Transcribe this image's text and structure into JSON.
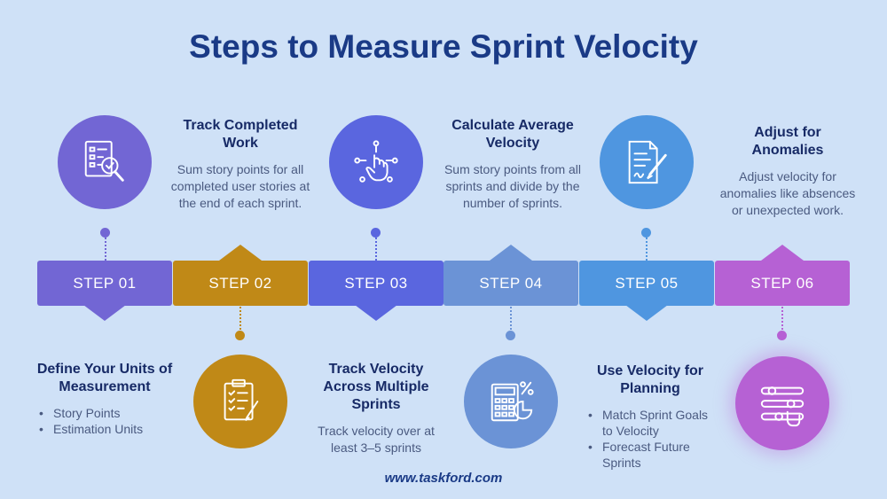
{
  "title": "Steps to Measure Sprint Velocity",
  "footer": "www.taskford.com",
  "colors": {
    "background": "#cfe1f7",
    "title": "#1a3a86",
    "step1": "#7266d4",
    "step2": "#c08917",
    "step3": "#5a66df",
    "step4": "#6b93d6",
    "step5": "#4f96e0",
    "step6": "#b661d4"
  },
  "steps": [
    {
      "label": "STEP 01",
      "heading": "Define Your Units of Measurement",
      "bullets": [
        "Story Points",
        "Estimation Units"
      ],
      "icon": "checklist-magnifier-icon"
    },
    {
      "label": "STEP 02",
      "heading": "Track Completed Work",
      "text": "Sum story points for all completed user stories at the end of each sprint.",
      "icon": "clipboard-checklist-icon"
    },
    {
      "label": "STEP 03",
      "heading": "Track Velocity Across Multiple Sprints",
      "text": "Track velocity over at least 3–5 sprints",
      "icon": "touch-gesture-icon"
    },
    {
      "label": "STEP 04",
      "heading": "Calculate Average Velocity",
      "text": "Sum story points from all sprints and divide by the number of sprints.",
      "icon": "calculator-percent-icon"
    },
    {
      "label": "STEP 05",
      "heading": "Use Velocity for Planning",
      "bullets": [
        "Match Sprint Goals to Velocity",
        "Forecast Future Sprints"
      ],
      "icon": "document-pen-icon"
    },
    {
      "label": "STEP 06",
      "heading": "Adjust for Anomalies",
      "text": "Adjust velocity for anomalies like absences or unexpected work.",
      "icon": "sliders-adjust-icon"
    }
  ]
}
